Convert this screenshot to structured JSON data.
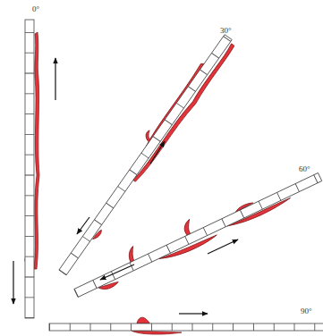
{
  "diagram": {
    "labels": [
      "0°",
      "30°",
      "60°",
      "90°"
    ]
  }
}
